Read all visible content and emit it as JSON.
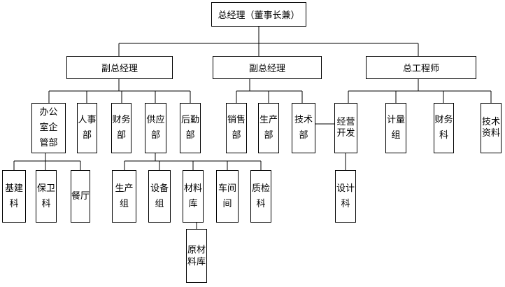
{
  "org_chart": {
    "ceo": "总经理（董事长兼）",
    "deputy_gm_left": "副总经理",
    "deputy_gm_mid": "副总经理",
    "chief_engineer": "总工程师",
    "office": "办公室企管部",
    "hr": "人事部",
    "finance_left": "财务部",
    "supply": "供应部",
    "logistics": "后勤部",
    "sales": "销售部",
    "production": "生产部",
    "technology": "技术部",
    "business_dev": "经营开发",
    "metrology": "计量组",
    "finance_right": "财务科",
    "tech_docs": "技术资料",
    "infrastructure": "基建科",
    "security": "保卫科",
    "canteen": "餐厅",
    "production_group": "生产组",
    "equipment_group": "设备组",
    "materials_store": "材料库",
    "workshop": "车间间",
    "quality": "质检科",
    "raw_materials_store": "原材料库",
    "design": "设计科"
  }
}
